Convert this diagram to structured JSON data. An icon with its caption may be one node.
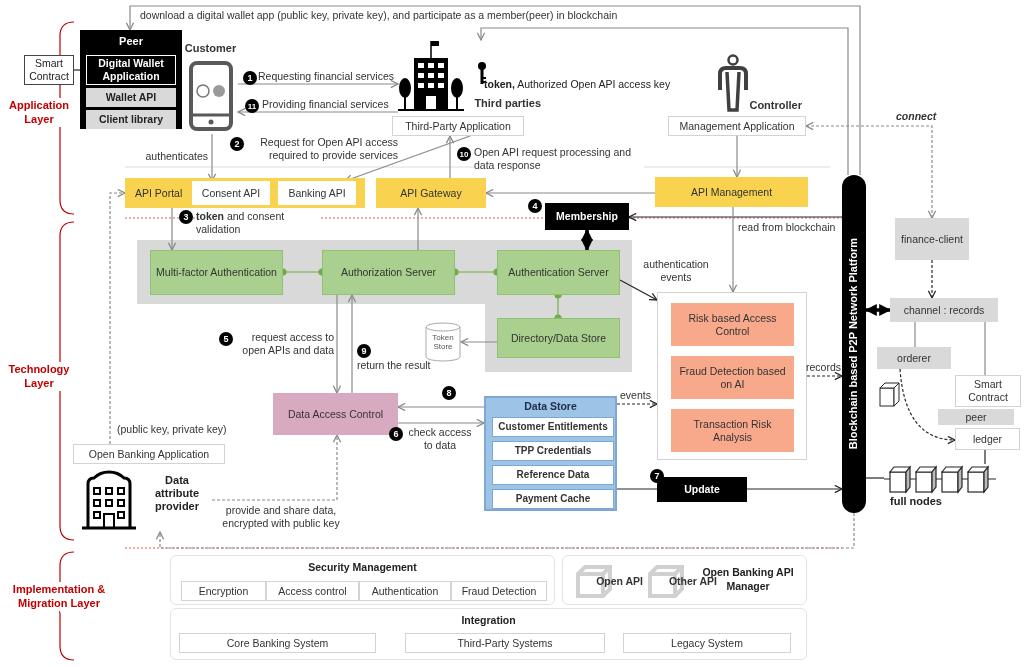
{
  "diagram": {
    "nodes": [
      {
        "text": [
          "Peer"
        ]
      },
      {
        "text": [
          "Digital Wallet Application"
        ],
        "in": 0
      },
      {
        "text": [
          "Wallet API"
        ],
        "in": 0
      },
      {
        "text": [
          "Client library"
        ],
        "in": 0
      },
      {
        "text": [
          "Smart Contract"
        ]
      },
      {
        "text": [
          "Customer"
        ]
      },
      {
        "text": [
          "Third parties"
        ],
        "beside": [
          "**token,** Authorized Open API access key"
        ]
      },
      {
        "text": [
          "Third-Party Application"
        ]
      },
      {
        "text": [
          "Controller"
        ]
      },
      {
        "text": [
          "Management Application"
        ]
      },
      {
        "text": [
          "API Portal"
        ]
      },
      {
        "text": [
          "Consent API"
        ],
        "in": 10
      },
      {
        "text": [
          "Banking API"
        ],
        "in": 10
      },
      {
        "text": [
          "API Gateway"
        ]
      },
      {
        "text": [
          "API Management"
        ]
      },
      {
        "text": [
          "Membership"
        ]
      },
      {
        "text": [
          "Multi-factor Authentication"
        ]
      },
      {
        "text": [
          "Authorization Server"
        ]
      },
      {
        "text": [
          "Authentication Server"
        ]
      },
      {
        "text": [
          "Directory/Data Store"
        ]
      },
      {
        "text": [
          "Token Store"
        ]
      },
      {
        "text": [],
        "shape": "box"
      },
      {
        "text": [
          "Risk based Access Control"
        ],
        "in": 21
      },
      {
        "text": [
          "Fraud Detection based on AI"
        ],
        "in": 21
      },
      {
        "text": [
          "Transaction Risk Analysis"
        ],
        "in": 21
      },
      {
        "text": [
          "Data Access Control"
        ]
      },
      {
        "text": [
          "Data Store"
        ]
      },
      {
        "text": [
          "Customer Entitlements"
        ],
        "in": 26
      },
      {
        "text": [
          "TPP Credentials"
        ],
        "in": 26
      },
      {
        "text": [
          "Reference Data"
        ],
        "in": 26
      },
      {
        "text": [
          "Payment Cache"
        ],
        "in": 26
      },
      {
        "text": [
          "Update"
        ]
      },
      {
        "text": [
          "Blockchain based P2P Network Platform"
        ]
      },
      {
        "text": [
          "finance-client"
        ]
      },
      {
        "text": [
          "channel : records"
        ]
      },
      {
        "text": [
          "orderer"
        ]
      },
      {
        "text": [
          "Smart Contract"
        ]
      },
      {
        "text": [
          "peer"
        ]
      },
      {
        "text": [
          "ledger"
        ]
      },
      {
        "text": [
          "full nodes"
        ]
      },
      {
        "text": [
          "Open Banking Application"
        ]
      },
      {
        "text": [
          "Data attribute provider"
        ]
      },
      {
        "text": [
          "Security Management"
        ]
      },
      {
        "text": [
          "Encryption"
        ],
        "in": 42
      },
      {
        "text": [
          "Access control"
        ],
        "in": 42
      },
      {
        "text": [
          "Authentication"
        ],
        "in": 42
      },
      {
        "text": [
          "Fraud Detection"
        ],
        "in": 42
      },
      {
        "text": [
          "Open Banking API Manager"
        ]
      },
      {
        "text": [
          "Open API"
        ],
        "in": 47
      },
      {
        "text": [
          "Other API"
        ],
        "in": 47
      },
      {
        "text": [
          "Integration"
        ]
      },
      {
        "text": [
          "Core Banking System"
        ],
        "in": 50
      },
      {
        "text": [
          "Third-Party Systems"
        ],
        "in": 50
      },
      {
        "text": [
          "Legacy System"
        ],
        "in": 50
      }
    ],
    "edges": [
      {
        "from": 5,
        "to": 6,
        "arrow": "to",
        "label": "Requesting financial services"
      },
      {
        "from": 6,
        "to": 5,
        "arrow": "to",
        "label": "Providing financial services"
      },
      {
        "from": 7,
        "to": 12,
        "arrow": "to",
        "label": "Request for Open API access required to provide services"
      },
      {
        "from": 5,
        "to": 11,
        "arrow": "to",
        "label": "authenticates"
      },
      {
        "from": 32,
        "to": 0,
        "arrow": "to",
        "label": "download a digital wallet app (public key, private key), and participate as a member(peer) in blockchain"
      },
      {
        "from": 32,
        "to": 6,
        "arrow": "to"
      },
      {
        "from": 9,
        "to": 14,
        "arrow": "to"
      },
      {
        "from": 32,
        "to": 15,
        "arrow": "to",
        "color": "#262626"
      },
      {
        "from": 14,
        "to": 13,
        "arrow": "to"
      },
      {
        "from": 13,
        "to": 7,
        "arrow": "to",
        "label": "Open API request processing and data response"
      },
      {
        "from": 10,
        "to": 16,
        "arrow": "to",
        "label": "**token** and consent validation"
      },
      {
        "from": 17,
        "to": 13,
        "arrow": "to"
      },
      {
        "from": 15,
        "to": 18,
        "arrow": "both",
        "style": "thick",
        "color": "#000000"
      },
      {
        "from": 16,
        "to": 17,
        "arrow": "other",
        "color": "#70ad47"
      },
      {
        "from": 17,
        "to": 18,
        "arrow": "other",
        "color": "#70ad47"
      },
      {
        "from": 18,
        "to": 19,
        "arrow": "other",
        "color": "#70ad47"
      },
      {
        "from": 19,
        "to": 20,
        "arrow": "to"
      },
      {
        "from": 18,
        "to": 21,
        "arrow": "to",
        "label": "authentication events",
        "color": "#262626"
      },
      {
        "from": 14,
        "to": 21,
        "arrow": "to",
        "label": "read from blockchain"
      },
      {
        "from": 17,
        "to": 25,
        "arrow": "to",
        "label": "request access to open APIs and data"
      },
      {
        "from": 25,
        "to": 17,
        "arrow": "to",
        "label": "return the result"
      },
      {
        "from": 26,
        "to": 25,
        "arrow": "to"
      },
      {
        "from": 25,
        "to": 26,
        "arrow": "to",
        "label": "check access to data"
      },
      {
        "from": 26,
        "to": 21,
        "arrow": "to",
        "label": "events",
        "style": "dashed",
        "color": "#262626"
      },
      {
        "from": 21,
        "to": 32,
        "arrow": "to",
        "label": "records",
        "style": "dashed",
        "color": "#262626"
      },
      {
        "from": 26,
        "to": 31,
        "arrow": "none",
        "color": "#262626"
      },
      {
        "from": 31,
        "to": 32,
        "arrow": "to",
        "color": "#262626"
      },
      {
        "from": 32,
        "to": 34,
        "arrow": "both",
        "style": "thick",
        "color": "#000000"
      },
      {
        "from": 9,
        "to": 33,
        "arrow": "both",
        "label": "connect",
        "style": "dashed"
      },
      {
        "from": 33,
        "to": 34,
        "arrow": "to",
        "style": "dashed",
        "color": "#262626"
      },
      {
        "from": 34,
        "to": 35,
        "arrow": "none"
      },
      {
        "from": 34,
        "to": 36,
        "arrow": "none"
      },
      {
        "from": 35,
        "to": 38,
        "arrow": "to",
        "style": "dashed",
        "color": "#262626"
      },
      {
        "from": 38,
        "to": 39,
        "arrow": "none",
        "color": "#262626"
      },
      {
        "from": 32,
        "to": 39,
        "arrow": "none",
        "color": "#262626"
      },
      {
        "from": 40,
        "to": 10,
        "arrow": "to",
        "style": "dashed"
      },
      {
        "from": 41,
        "to": 25,
        "arrow": "to",
        "label": "provide and share data, encrypted with public key",
        "style": "dashed"
      },
      {
        "from": 32,
        "to": 41,
        "arrow": "to",
        "style": "dashed"
      },
      {
        "from": 4,
        "to": 0,
        "arrow": "none",
        "color": "#262626"
      }
    ],
    "labels": [
      "Application Layer",
      "Technology Layer",
      "Implementation & Migration Layer",
      "1",
      "11",
      "2",
      "10",
      "3",
      "4",
      "5",
      "9",
      "8",
      "6",
      "7",
      "(public key, private key)"
    ]
  }
}
